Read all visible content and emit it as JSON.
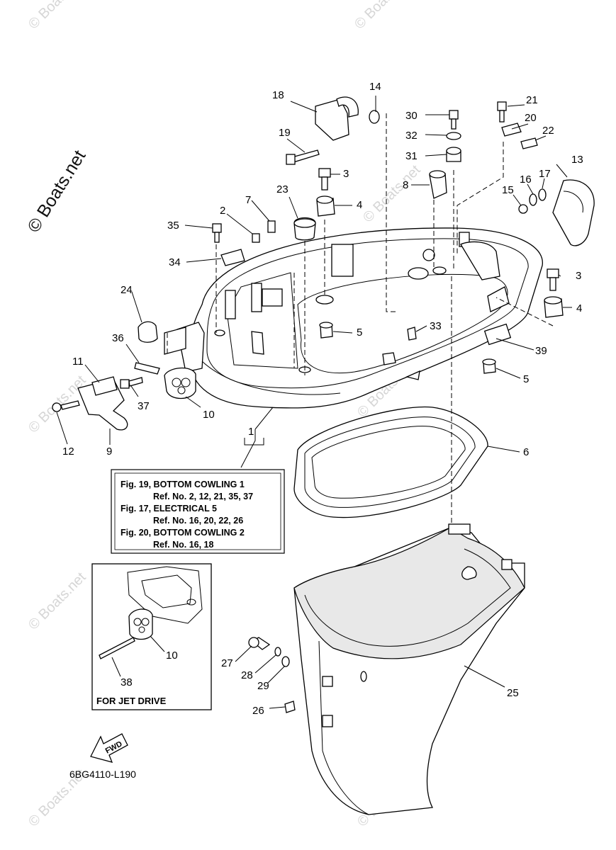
{
  "watermark": {
    "copyright": "© Boats.net",
    "site": "© Boats.net"
  },
  "reference_box": {
    "lines": [
      "Fig. 19, BOTTOM COWLING 1",
      "Ref. No. 2, 12, 21, 35, 37",
      "Fig. 17, ELECTRICAL 5",
      "Ref. No. 16, 20, 22, 26",
      "Fig. 20, BOTTOM COWLING 2",
      "Ref. No. 16, 18"
    ]
  },
  "inset": {
    "label": "FOR JET DRIVE",
    "callouts": {
      "grommet": "10",
      "pin": "38"
    }
  },
  "fwd_arrow": {
    "label": "FWD"
  },
  "diagram_code": "6BG4110-L190",
  "callouts": {
    "c1": "1",
    "c2": "2",
    "c3a": "3",
    "c3b": "3",
    "c4a": "4",
    "c4b": "4",
    "c5a": "5",
    "c5b": "5",
    "c6": "6",
    "c7": "7",
    "c8": "8",
    "c9": "9",
    "c10": "10",
    "c11": "11",
    "c12": "12",
    "c13": "13",
    "c14": "14",
    "c15": "15",
    "c16": "16",
    "c17": "17",
    "c18": "18",
    "c19": "19",
    "c20": "20",
    "c21": "21",
    "c22": "22",
    "c23": "23",
    "c24": "24",
    "c25": "25",
    "c26": "26",
    "c27": "27",
    "c28": "28",
    "c29": "29",
    "c30": "30",
    "c31": "31",
    "c32": "32",
    "c33": "33",
    "c34": "34",
    "c35": "35",
    "c36": "36",
    "c37": "37",
    "c39": "39"
  }
}
